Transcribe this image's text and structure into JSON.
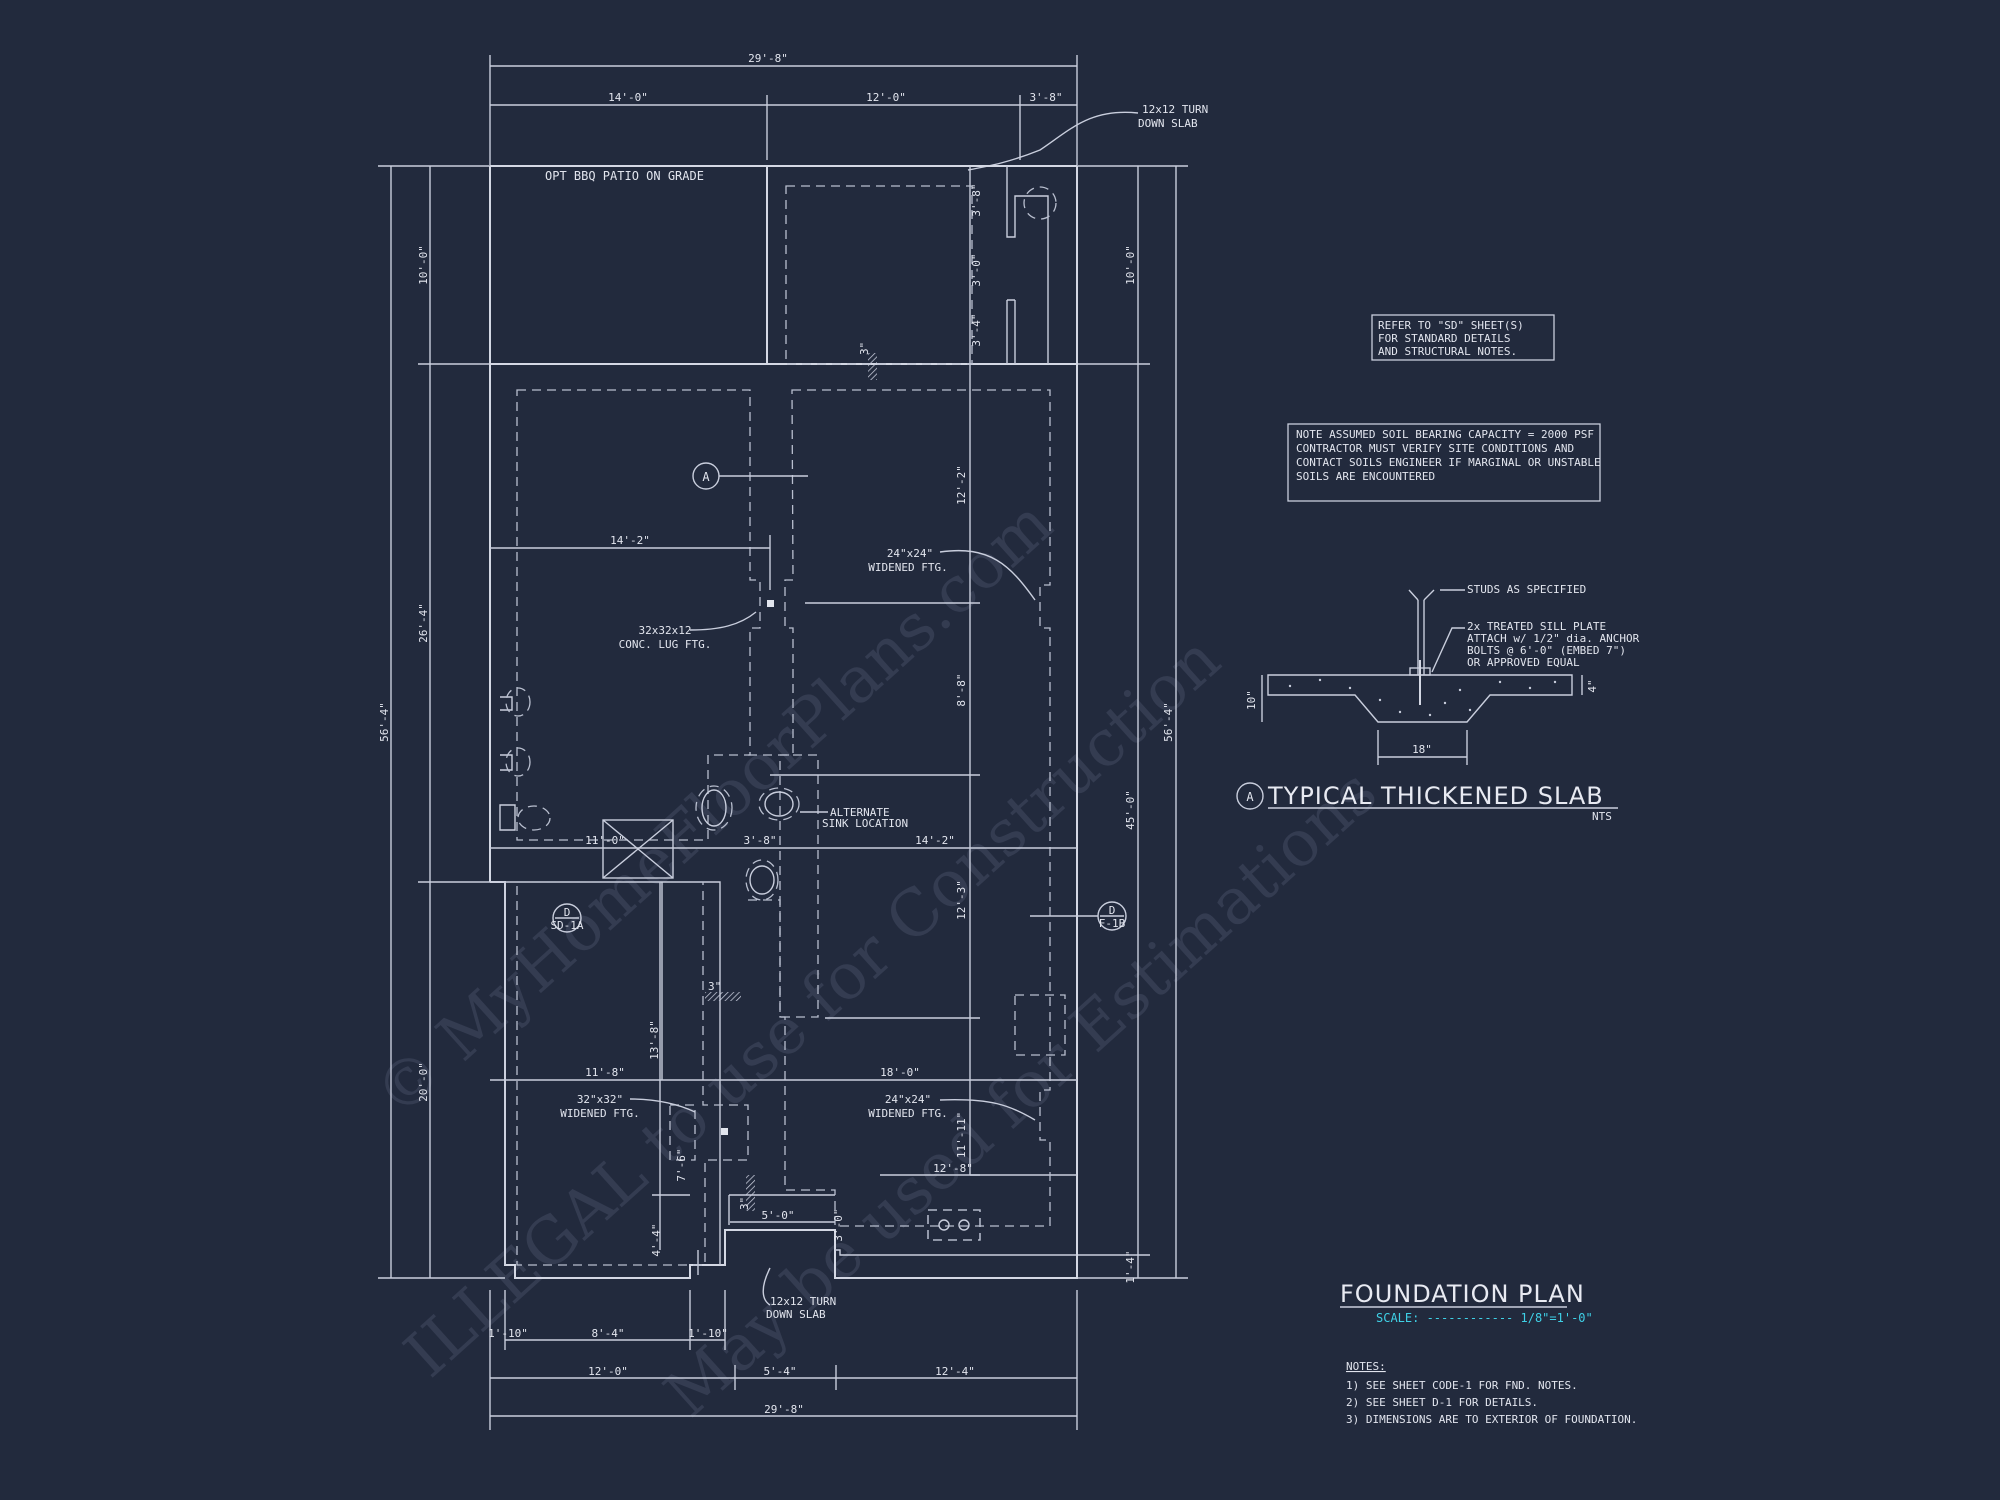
{
  "dimensions": {
    "overall_top": "29'-8\"",
    "overall_bottom": "29'-8\"",
    "top_segments": [
      "14'-0\"",
      "12'-0\"",
      "3'-8\""
    ],
    "bottom_row1": [
      "1'-10\"",
      "8'-4\"",
      "1'-10\""
    ],
    "bottom_row2": [
      "12'-0\"",
      "5'-4\"",
      "12'-4\""
    ],
    "left_outer": "56'-4\"",
    "left_inner": [
      "10'-0\"",
      "26'-4\"",
      "20'-0\""
    ],
    "right_outer": "56'-4\"",
    "right_inner": [
      "10'-0\"",
      "45'-0\"",
      "1'-4\""
    ],
    "patio_vertical": [
      "3'-8\"",
      "3'-0\"",
      "3'-4\""
    ],
    "interior": {
      "d_14_2_a": "14'-2\"",
      "d_12_2": "12'-2\"",
      "d_8_8": "8'-8\"",
      "d_3_8": "3'-8\"",
      "d_14_2_b": "14'-2\"",
      "d_11_0": "11'-0\"",
      "d_12_3": "12'-3\"",
      "d_11_8": "11'-8\"",
      "d_18_0": "18'-0\"",
      "d_13_8": "13'-8\"",
      "d_11_11": "11'-11\"",
      "d_12_8": "12'-8\"",
      "d_7_6": "7'-6\"",
      "d_4_4": "4'-4\"",
      "d_5_0": "5'-0\"",
      "d_3_0": "3'-0\"",
      "d_3in_a": "3\"",
      "d_3in_b": "3\"",
      "d_3in_c": "3\""
    }
  },
  "labels": {
    "patio": "OPT BBQ PATIO ON GRADE",
    "turn_down_top_1": "12x12 TURN",
    "turn_down_top_2": "DOWN SLAB",
    "turn_down_bot_1": "12x12 TURN",
    "turn_down_bot_2": "DOWN SLAB",
    "ftg_24_a_1": "24\"x24\"",
    "ftg_24_a_2": "WIDENED FTG.",
    "lug_1": "32x32x12",
    "lug_2": "CONC. LUG FTG.",
    "alt_sink_1": "ALTERNATE",
    "alt_sink_2": "SINK LOCATION",
    "ftg_32_1": "32\"x32\"",
    "ftg_32_2": "WIDENED FTG.",
    "ftg_24_b_1": "24\"x24\"",
    "ftg_24_b_2": "WIDENED FTG.",
    "tag_a": "A",
    "tag_d1_top": "D",
    "tag_d1_bot": "SD-1A",
    "tag_d2_top": "D",
    "tag_d2_bot": "F-1B"
  },
  "notes": {
    "refer": [
      "REFER TO \"SD\" SHEET(S)",
      "FOR STANDARD DETAILS",
      "AND STRUCTURAL NOTES."
    ],
    "soil": [
      "NOTE ASSUMED SOIL BEARING CAPACITY = 2000 PSF",
      "CONTRACTOR MUST VERIFY SITE CONDITIONS AND",
      "CONTACT SOILS ENGINEER IF MARGINAL OR UNSTABLE",
      "SOILS ARE ENCOUNTERED"
    ]
  },
  "detail": {
    "studs": "STUDS AS SPECIFIED",
    "sill": [
      "2x TREATED SILL PLATE",
      "ATTACH w/ 1/2\" dia. ANCHOR",
      "BOLTS @ 6'-0\" (EMBED 7\")",
      "OR APPROVED EQUAL"
    ],
    "dim_10": "10\"",
    "dim_4": "4\"",
    "dim_18": "18\"",
    "tag": "A",
    "title": "TYPICAL THICKENED SLAB",
    "scale": "NTS"
  },
  "sheet": {
    "title": "FOUNDATION PLAN",
    "scale": "SCALE: ------------ 1/8\"=1'-0\""
  },
  "general_notes": {
    "heading": "NOTES:",
    "items": [
      "1) SEE SHEET CODE-1 FOR FND. NOTES.",
      "2) SEE SHEET D-1 FOR DETAILS.",
      "3) DIMENSIONS ARE TO EXTERIOR OF FOUNDATION."
    ]
  },
  "watermark": {
    "line1": "© MyHomeFloorPlans.com",
    "line2": "ILLEGAL to use for Construction",
    "line3": "May be used for Estimations"
  },
  "colors": {
    "background": "#222a3d",
    "lines": "#c9cedd",
    "scale_text": "#3fd0e6"
  }
}
